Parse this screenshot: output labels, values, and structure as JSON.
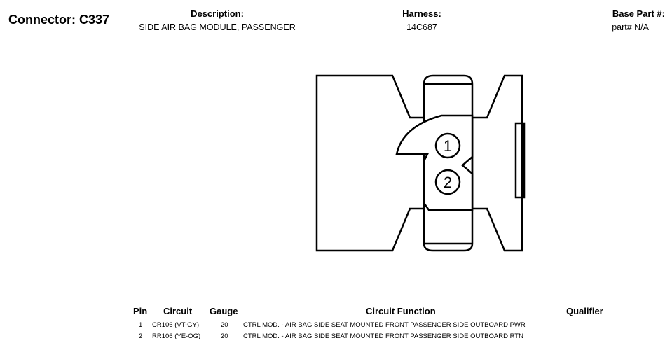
{
  "header": {
    "connector": "Connector: C337",
    "description_label": "Description:",
    "description": "SIDE AIR BAG MODULE, PASSENGER",
    "harness_label": "Harness:",
    "harness": "14C687",
    "base_part_label": "Base Part #:",
    "base_part": "part# N/A"
  },
  "diagram": {
    "pins": [
      "1",
      "2"
    ]
  },
  "table": {
    "headers": {
      "pin": "Pin",
      "circuit": "Circuit",
      "gauge": "Gauge",
      "function": "Circuit Function",
      "qualifier": "Qualifier"
    },
    "rows": [
      {
        "pin": "1",
        "circuit": "CR106 (VT-GY)",
        "gauge": "20",
        "function": "CTRL MOD. - AIR BAG SIDE SEAT MOUNTED FRONT PASSENGER SIDE OUTBOARD PWR",
        "qualifier": ""
      },
      {
        "pin": "2",
        "circuit": "RR106 (YE-OG)",
        "gauge": "20",
        "function": "CTRL MOD. - AIR BAG SIDE SEAT MOUNTED FRONT PASSENGER SIDE OUTBOARD RTN",
        "qualifier": ""
      }
    ]
  }
}
